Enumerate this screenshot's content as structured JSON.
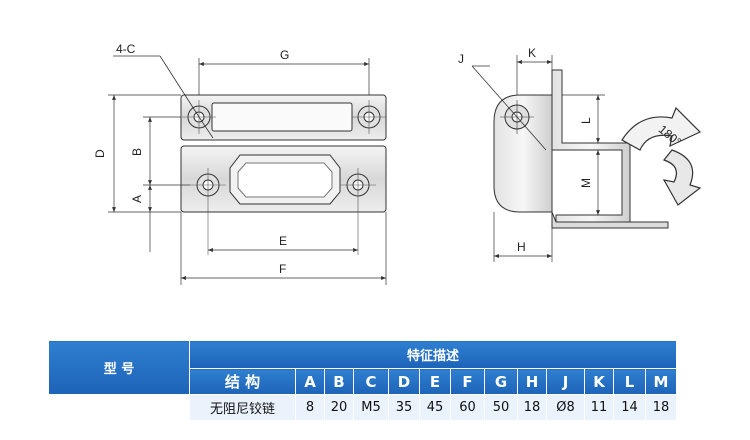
{
  "drawing": {
    "labels": {
      "holes": "4-C",
      "G": "G",
      "D": "D",
      "B": "B",
      "A": "A",
      "E": "E",
      "F": "F",
      "J": "J",
      "K": "K",
      "L": "L",
      "M": "M",
      "H": "H",
      "rotation": "180°"
    }
  },
  "table": {
    "model_header": "型 号",
    "features_header": "特征描述",
    "structure_header": "结 构",
    "columns": [
      "A",
      "B",
      "C",
      "D",
      "E",
      "F",
      "G",
      "H",
      "J",
      "K",
      "L",
      "M"
    ],
    "rows": [
      {
        "model": "无阻尼铰链",
        "values": [
          "8",
          "20",
          "M5",
          "35",
          "45",
          "60",
          "50",
          "18",
          "Ø8",
          "11",
          "14",
          "18"
        ]
      }
    ]
  },
  "colors": {
    "header_blue": "#1f6cc0",
    "row_bg": "#eaf3fc",
    "line": "#333333"
  }
}
